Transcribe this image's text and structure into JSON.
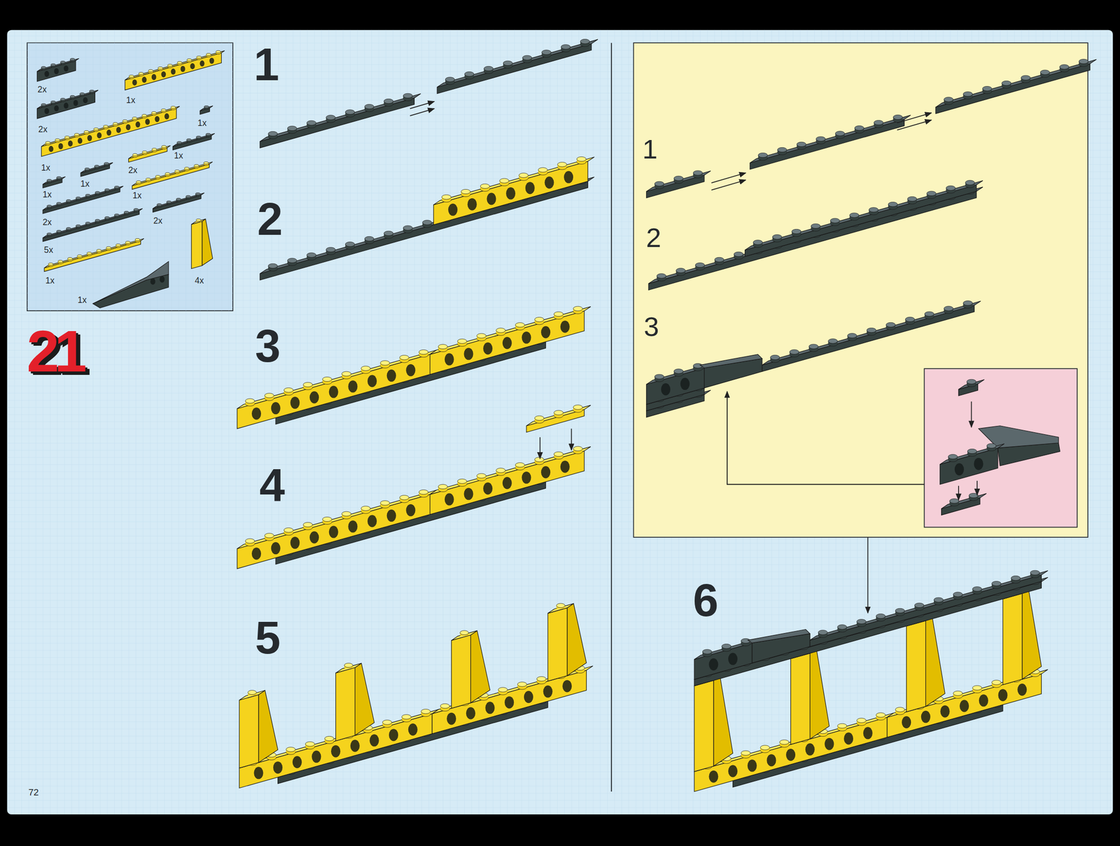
{
  "diagram": {
    "labels": [
      "2x",
      "1x",
      "2x",
      "1x",
      "1x",
      "1x",
      "2x",
      "1x",
      "1x",
      "1x",
      "2x",
      "2x",
      "5x",
      "1x",
      "4x",
      "1x",
      "21",
      "1",
      "2",
      "3",
      "4",
      "5",
      "1",
      "2",
      "3",
      "6",
      "72"
    ]
  }
}
